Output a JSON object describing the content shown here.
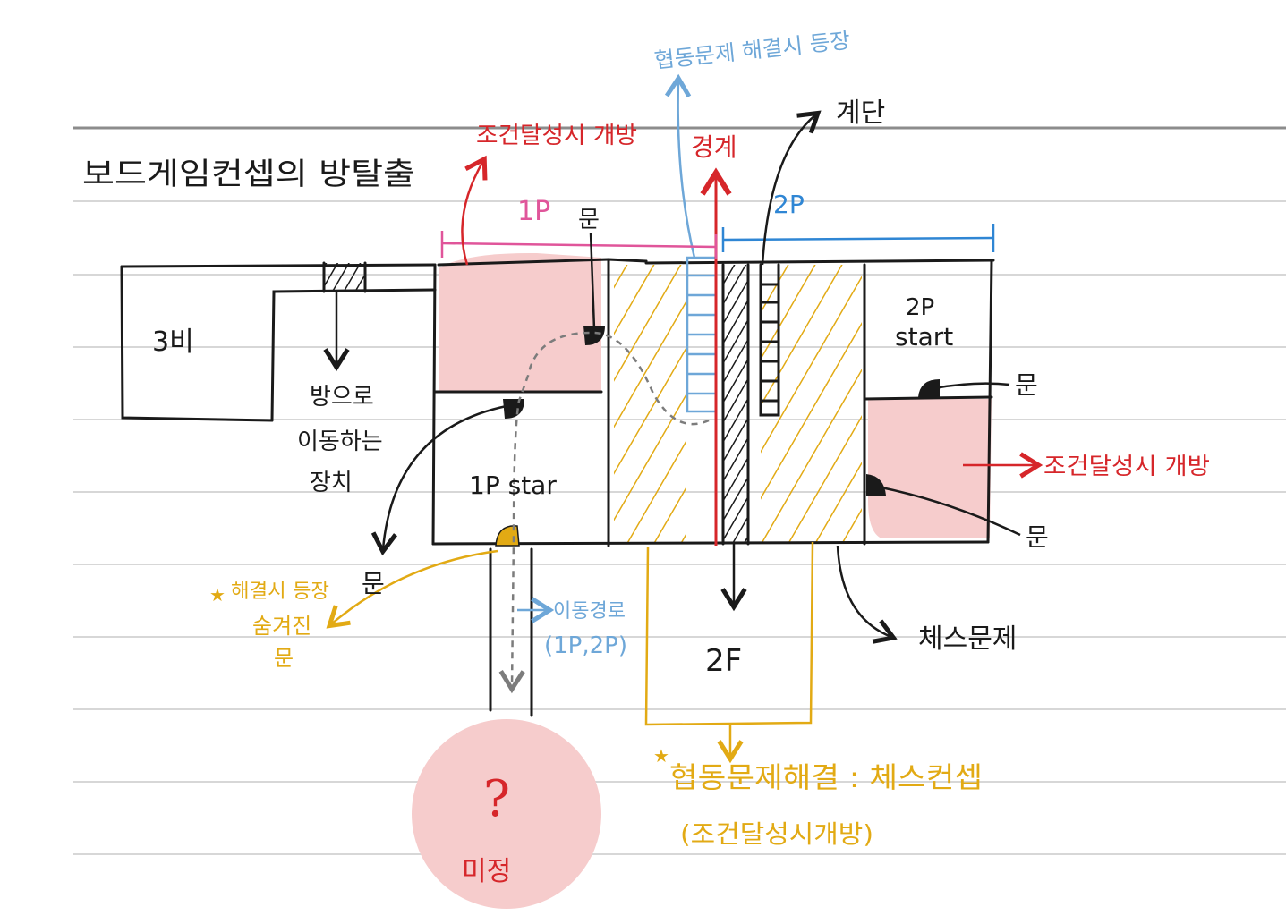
{
  "title": "보드게임컨셉의 방탈출",
  "labels": {
    "hall": "3비",
    "device": "방으로 이동하는 장치",
    "p1": "1P",
    "p2": "2P",
    "p1_start": "1P star",
    "p2_start_a": "2P",
    "p2_start_b": "start",
    "door_top": "문",
    "door_right_top": "문",
    "door_right_bottom": "문",
    "door_left": "문",
    "boundary": "경계",
    "stairs": "계단",
    "open_on_condition_top": "조건달성시 개방",
    "open_on_condition_right": "조건달성시 개방",
    "coop_solved_appear": "협동문제 해결시 등장",
    "appear_on_solve": "해결시 등장",
    "hidden_door_a": "숨겨진",
    "hidden_door_b": "문",
    "path_a": "이동경로",
    "path_b": "(1P,2P)",
    "floor2": "2F",
    "chess_puzzle": "체스문제",
    "coop_concept": "협동문제해결 : 체스컨셉",
    "coop_concept_sub": "(조건달성시개방)",
    "question": "?",
    "undecided": "미정"
  },
  "colors": {
    "ink": "#1a1a1a",
    "red": "#d6262a",
    "pink": "#e0559a",
    "blue": "#2f86d4",
    "lightblue": "#6ea7d8",
    "gold": "#e2aa14",
    "salmon": "#f6cccc",
    "rule": "#d7d7d7",
    "rule_dark": "#8c8c8c",
    "dash": "#7c7c7c"
  }
}
